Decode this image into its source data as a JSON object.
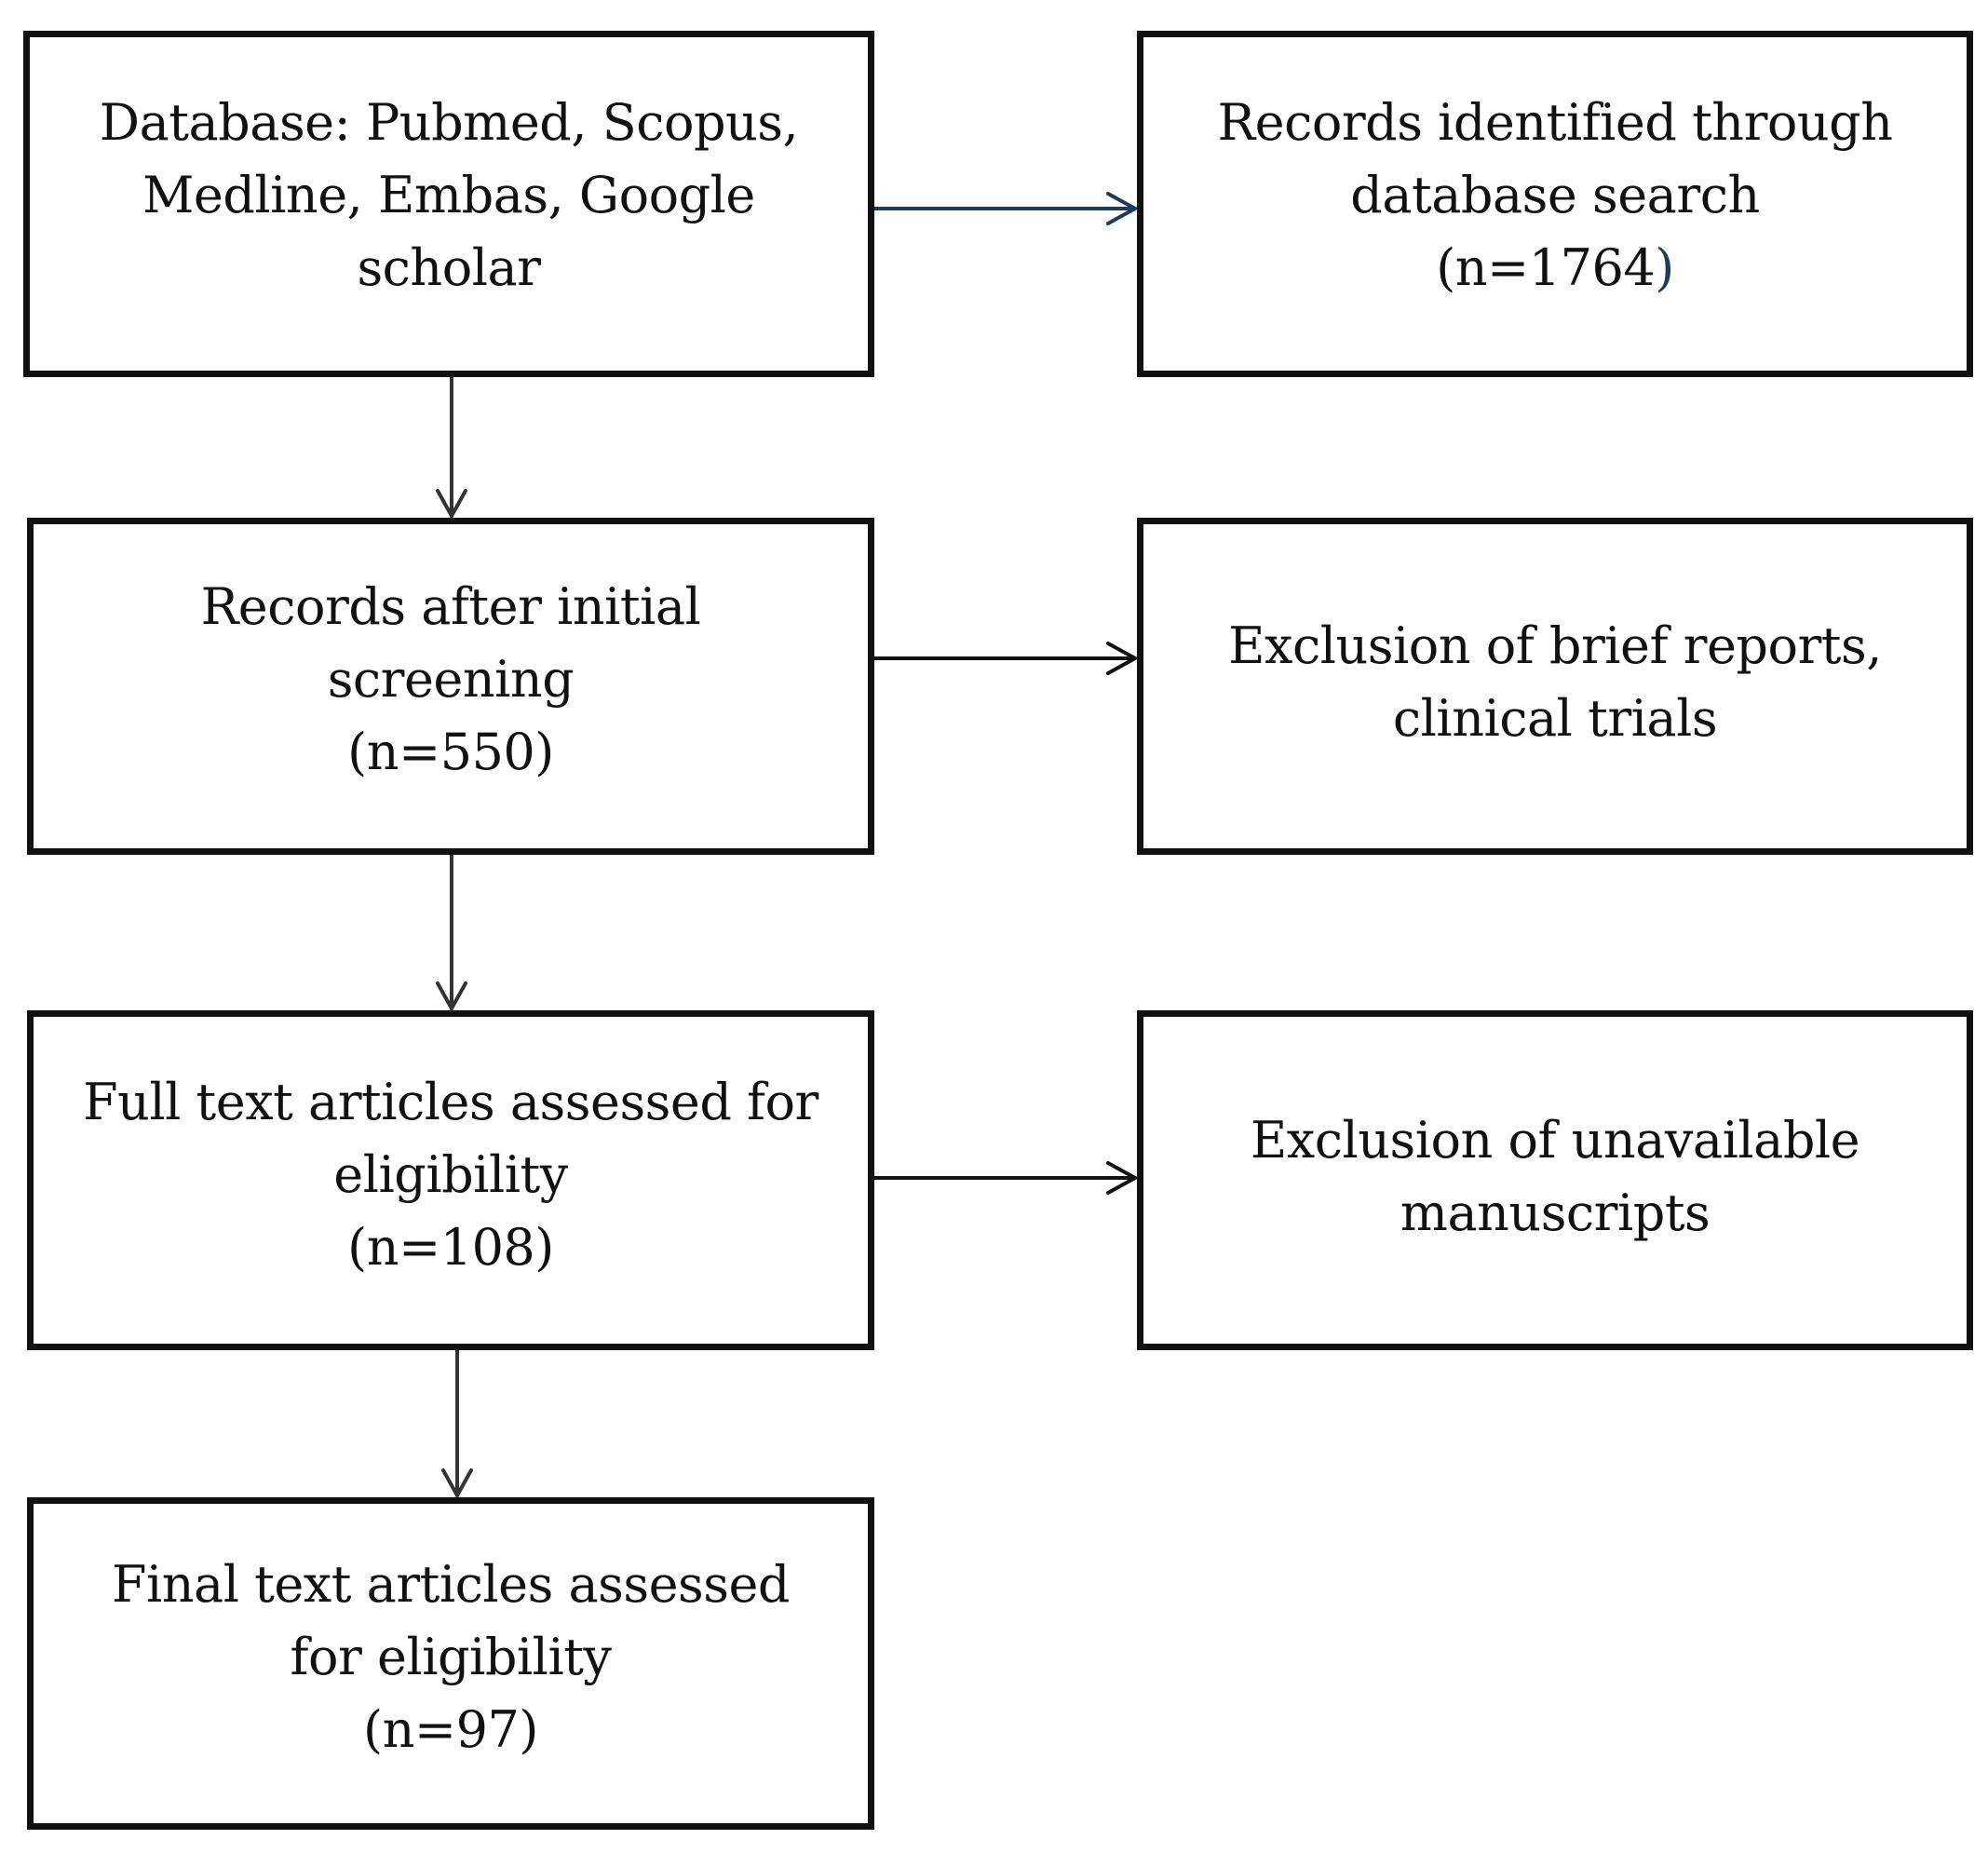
{
  "colors": {
    "stroke": "#111111",
    "blue_accent": "#1e3a5f",
    "background": "#ffffff"
  },
  "diagram": {
    "database_box": {
      "lines": [
        "Database: Pubmed, Scopus,",
        "Medline, Embas, Google",
        "scholar"
      ]
    },
    "identified_box": {
      "lines": [
        "Records identified through",
        "database  search"
      ],
      "count_open": "(",
      "count_value": "n=1764",
      "count_close": ")"
    },
    "initial_screening_box": {
      "lines": [
        "Records after initial",
        "screening",
        "(n=550)"
      ]
    },
    "exclusion_brief_box": {
      "lines": [
        "Exclusion of brief reports,",
        "clinical trials"
      ]
    },
    "full_text_box": {
      "lines": [
        "Full text articles assessed for",
        "eligibility",
        "(n=108)"
      ]
    },
    "exclusion_unavailable_box": {
      "lines": [
        "Exclusion of unavailable",
        "manuscripts"
      ]
    },
    "final_box": {
      "lines": [
        "Final text articles assessed",
        "for eligibility",
        "(n=97)"
      ]
    }
  }
}
